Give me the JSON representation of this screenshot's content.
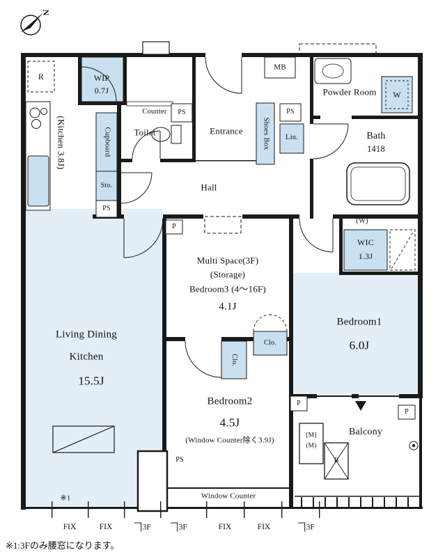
{
  "compass": {
    "north": "N"
  },
  "rooms": {
    "kitchen": "(Kitchen 3.8J)",
    "refrigerator": "R",
    "wip_name": "WIP",
    "wip_size": "0.7J",
    "counter": "Counter",
    "toilet": "Toilet",
    "entrance": "Entrance",
    "shoes_box": "Shoes Box",
    "linen": "Lin.",
    "meter_box": "MB",
    "powder_room": "Powder Room",
    "washer": "W",
    "washer_alt": "(W)",
    "bath_name": "Bath",
    "bath_size": "1418",
    "cupboard": "Cupboard",
    "storage": "Sto.",
    "hall": "Hall",
    "multi_line1": "Multi Space(3F)",
    "multi_line2": "(Storage)",
    "multi_line3": "Bedroom3 (4〜16F)",
    "multi_size": "4.1J",
    "wic_name": "WIC",
    "wic_size": "1.3J",
    "bedroom1_name": "Bedroom1",
    "bedroom1_size": "6.0J",
    "ldk_line1": "Living Dining",
    "ldk_line2": "Kitchen",
    "ldk_size": "15.5J",
    "closet1": "Clo.",
    "closet2": "Clo.",
    "bedroom2_name": "Bedroom2",
    "bedroom2_size": "4.5J",
    "bedroom2_note": "(Window Counter除く3.9J)",
    "balcony": "Balcony",
    "meter1": "[M]",
    "meter2": "(M)",
    "hatch": "B",
    "window_counter": "Window Counter"
  },
  "ps_labels": [
    "PS",
    "PS",
    "PS",
    "PS"
  ],
  "p_labels": [
    "P",
    "P",
    "P"
  ],
  "bottom_markers": [
    "FIX",
    "FIX",
    "3F",
    "3F",
    "FIX",
    "FIX",
    "3F"
  ],
  "note_ref": "※1",
  "footnote": "※1:3Fのみ腰窓になります。",
  "colors": {
    "wall": "#1a1a1a",
    "cabinet_fill": "#c9e0f0",
    "floor_tint": "#e4eef6"
  }
}
